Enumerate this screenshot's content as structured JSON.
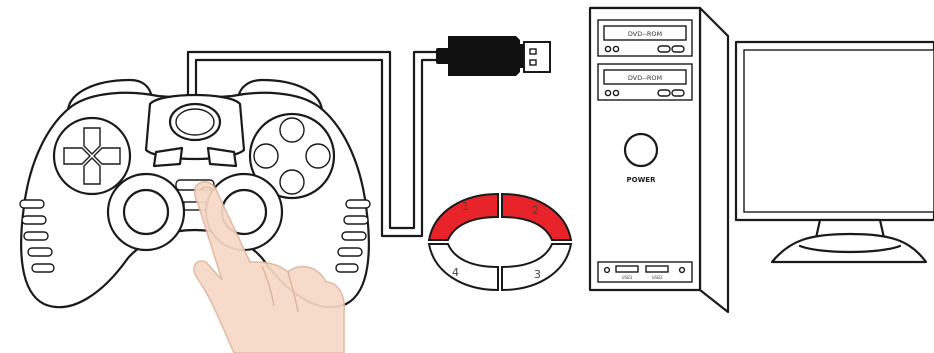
{
  "drives": [
    {
      "label": "DVD--ROM"
    },
    {
      "label": "DVD--ROM"
    }
  ],
  "power_label": "POWER",
  "usb_ports": [
    {
      "label": "USB1"
    },
    {
      "label": "USB2"
    }
  ],
  "ring_indicator": {
    "quadrants": [
      {
        "number": "1",
        "lit": true
      },
      {
        "number": "2",
        "lit": true
      },
      {
        "number": "3",
        "lit": false
      },
      {
        "number": "4",
        "lit": false
      }
    ],
    "lit_color": "#e8232a"
  },
  "usb_plug_color": "#111111"
}
